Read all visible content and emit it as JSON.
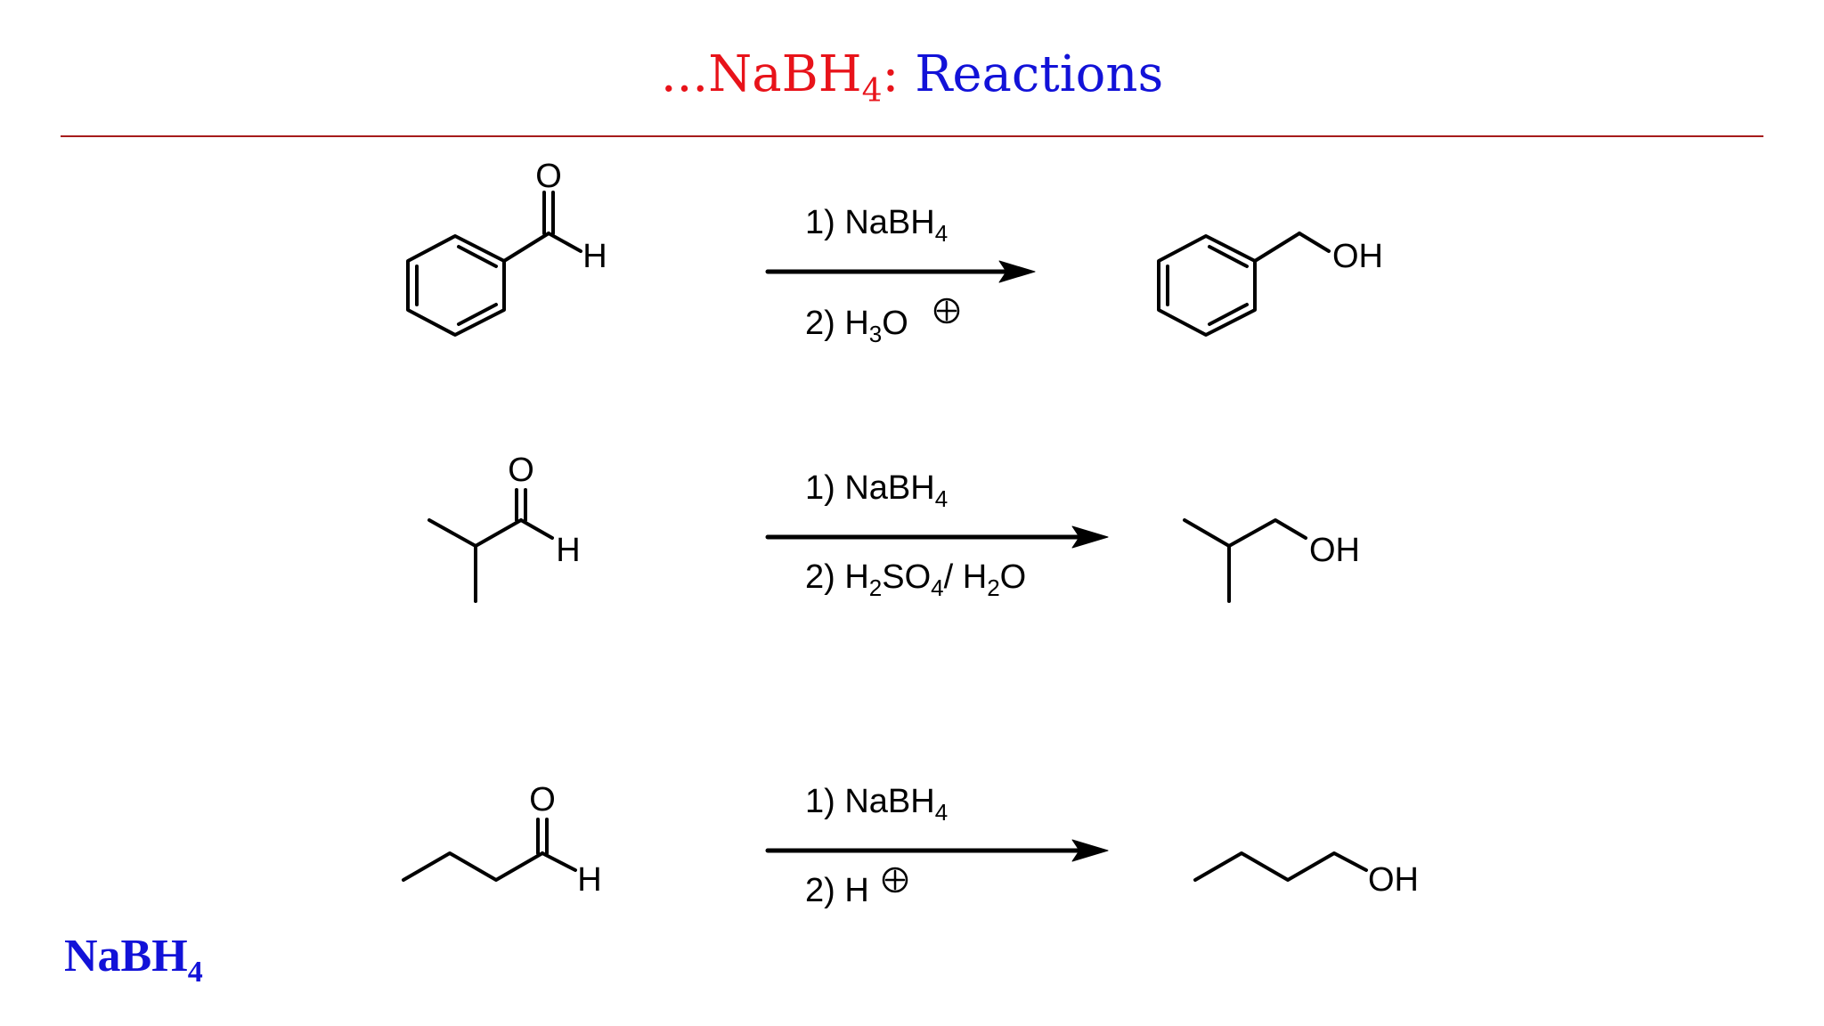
{
  "title": {
    "prefix": "...NaBH",
    "prefix_sub": "4",
    "separator": ":",
    "main": "Reactions",
    "colors": {
      "prefix": "#e8131a",
      "main": "#1212d8"
    }
  },
  "reactions": [
    {
      "reactant_labels": {
        "oxygen": "O",
        "hydrogen": "H"
      },
      "step1": {
        "text": "1) NaBH",
        "sub": "4"
      },
      "step2": {
        "text": "2) H",
        "sub": "3",
        "tail": "O"
      },
      "product_label": "OH"
    },
    {
      "reactant_labels": {
        "oxygen": "O",
        "hydrogen": "H"
      },
      "step1": {
        "text": "1) NaBH",
        "sub": "4"
      },
      "step2": {
        "text": "2) H",
        "sub": "2",
        "mid": "SO",
        "sub2": "4",
        "mid2": "/ H",
        "sub3": "2",
        "tail": "O"
      },
      "product_label": "OH"
    },
    {
      "reactant_labels": {
        "oxygen": "O",
        "hydrogen": "H"
      },
      "step1": {
        "text": "1) NaBH",
        "sub": "4"
      },
      "step2": {
        "text": "2) H"
      },
      "product_label": "OH"
    }
  ],
  "footer": {
    "text": "NaBH",
    "sub": "4",
    "color": "#1212d8"
  }
}
